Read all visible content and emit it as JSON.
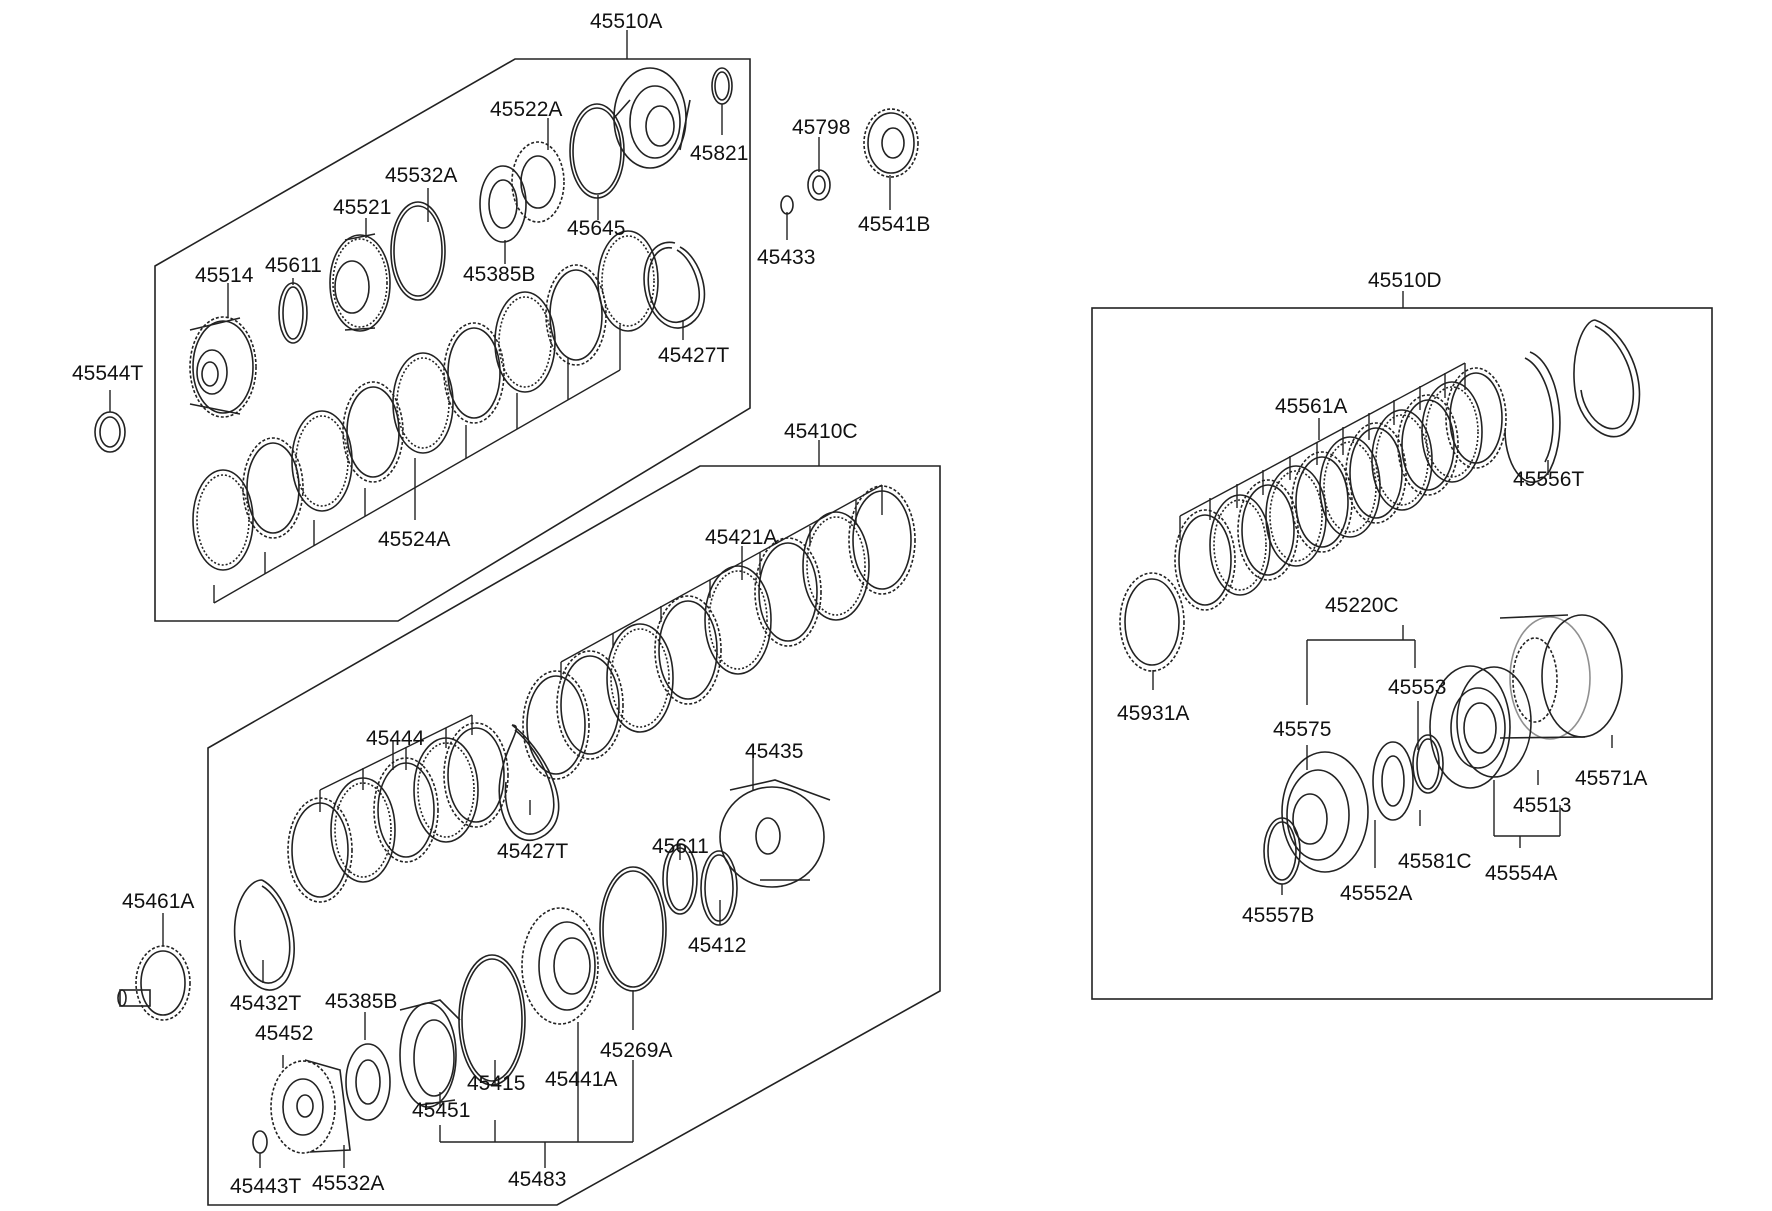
{
  "labels": {
    "p45510A": "45510A",
    "p45522A": "45522A",
    "p45821": "45821",
    "p45798": "45798",
    "p45532A_top": "45532A",
    "p45521": "45521",
    "p45645": "45645",
    "p45541B": "45541B",
    "p45514": "45514",
    "p45611_top": "45611",
    "p45385B_top": "45385B",
    "p45433": "45433",
    "p45427T_top": "45427T",
    "p45544T": "45544T",
    "p45524A": "45524A",
    "p45410C": "45410C",
    "p45421A": "45421A",
    "p45444": "45444",
    "p45435": "45435",
    "p45427T_mid": "45427T",
    "p45611_mid": "45611",
    "p45461A": "45461A",
    "p45412": "45412",
    "p45432T": "45432T",
    "p45385B_bot": "45385B",
    "p45452": "45452",
    "p45269A": "45269A",
    "p45415": "45415",
    "p45441A": "45441A",
    "p45451": "45451",
    "p45443T": "45443T",
    "p45532A_bot": "45532A",
    "p45483": "45483",
    "p45510D": "45510D",
    "p45561A": "45561A",
    "p45556T": "45556T",
    "p45220C": "45220C",
    "p45931A": "45931A",
    "p45553": "45553",
    "p45575": "45575",
    "p45571A": "45571A",
    "p45513": "45513",
    "p45581C": "45581C",
    "p45554A": "45554A",
    "p45552A": "45552A",
    "p45557B": "45557B"
  }
}
